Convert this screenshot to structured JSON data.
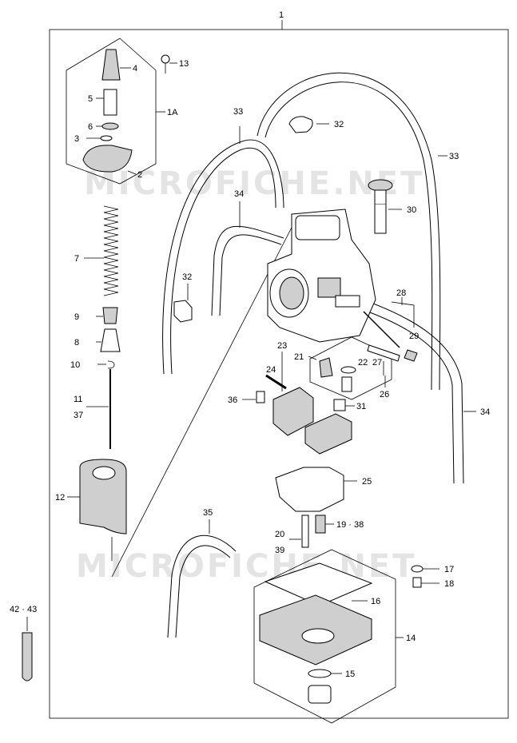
{
  "watermarks": [
    "MICROFICHE.NET",
    "MICROFICHE.NET"
  ],
  "callouts": {
    "c1": "1",
    "c1a": "1A",
    "c2": "2",
    "c3": "3",
    "c4": "4",
    "c5": "5",
    "c6": "6",
    "c7": "7",
    "c8": "8",
    "c9": "9",
    "c10": "10",
    "c11": "11",
    "c37": "37",
    "c12": "12",
    "c13": "13",
    "c14": "14",
    "c15": "15",
    "c16": "16",
    "c17": "17",
    "c18": "18",
    "c19_38": "19 · 38",
    "c20": "20",
    "c39": "39",
    "c21": "21",
    "c22": "22",
    "c23": "23",
    "c24": "24",
    "c25": "25",
    "c26": "26",
    "c27": "27",
    "c28": "28",
    "c29": "29",
    "c30": "30",
    "c31": "31",
    "c32a": "32",
    "c32b": "32",
    "c33a": "33",
    "c33b": "33",
    "c34a": "34",
    "c34b": "34",
    "c35": "35",
    "c36": "36",
    "c42_43": "42 · 43"
  }
}
